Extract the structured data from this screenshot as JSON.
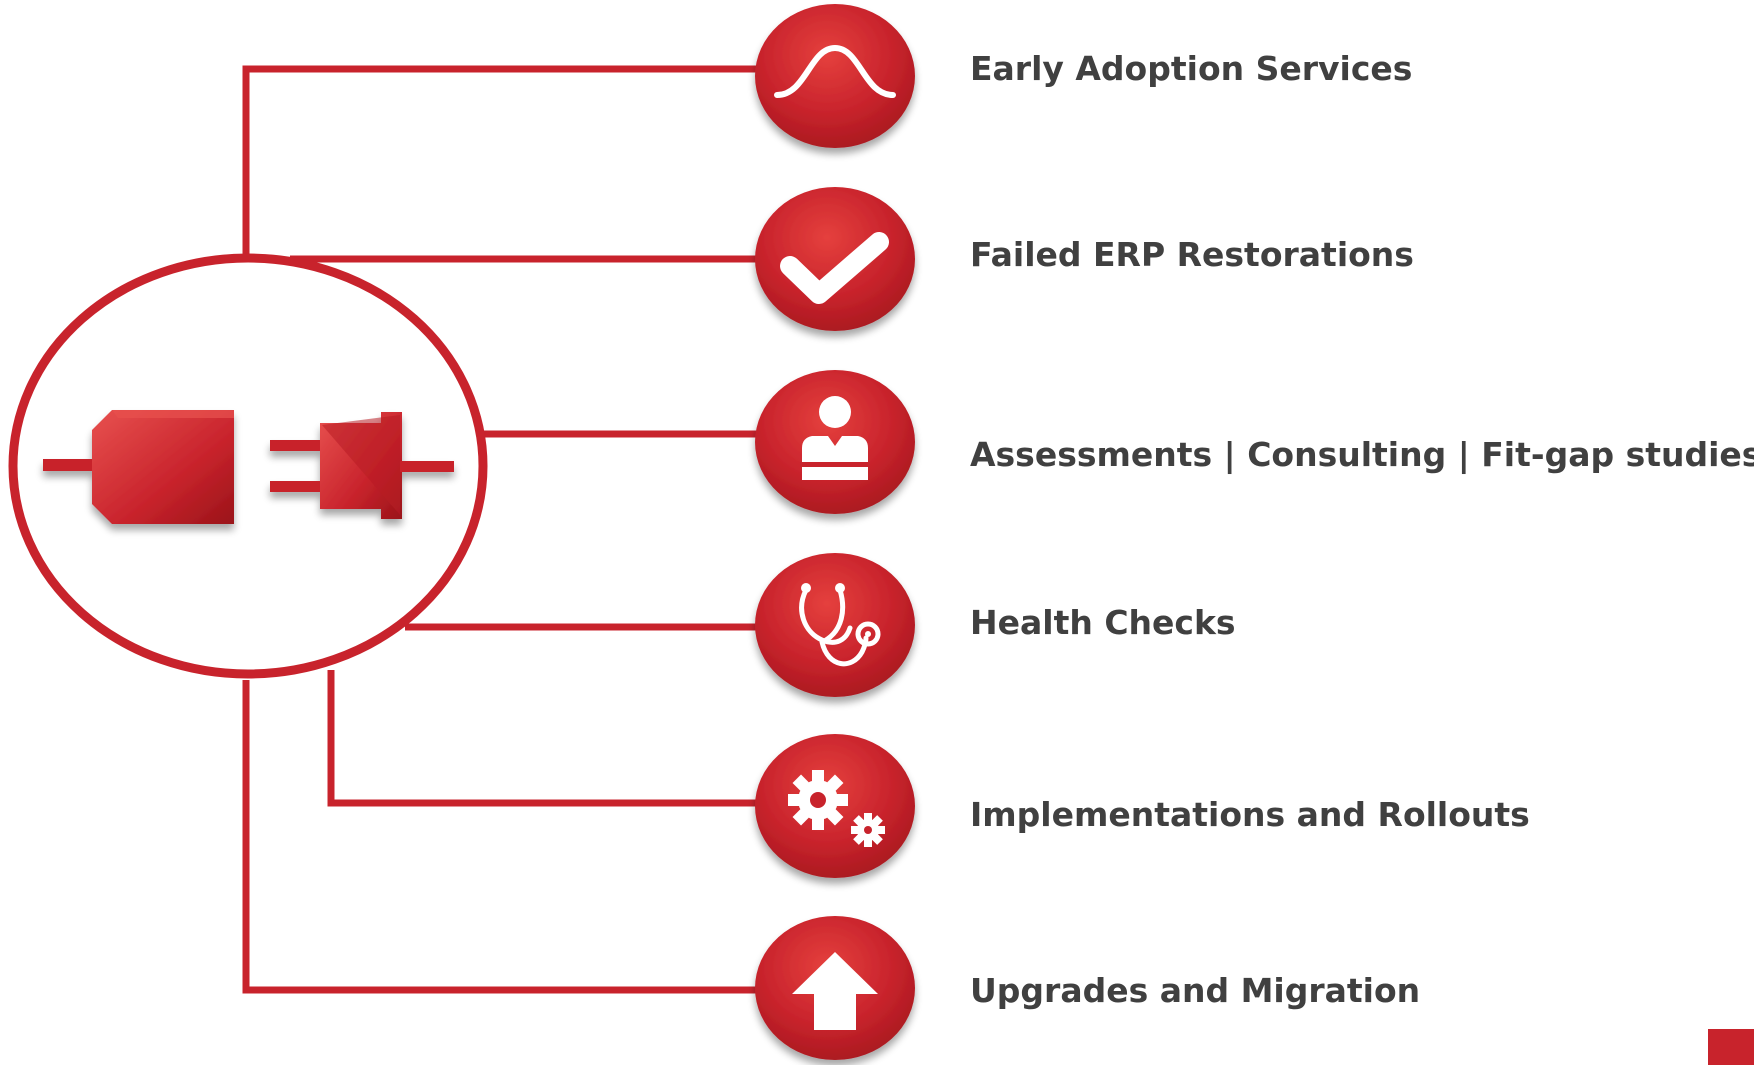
{
  "colors": {
    "accent": "#c8232c",
    "accent_dark": "#8f1519",
    "accent_light": "#e8514f",
    "text": "#404040",
    "background": "#ffffff"
  },
  "hub": {
    "icon": "plug-socket-icon"
  },
  "services": [
    {
      "label": "Early Adoption Services",
      "icon": "bell-curve-icon"
    },
    {
      "label": "Failed ERP Restorations",
      "icon": "checkmark-icon"
    },
    {
      "label": "Assessments | Consulting | Fit-gap studies",
      "icon": "consultant-person-icon"
    },
    {
      "label": "Health Checks",
      "icon": "stethoscope-icon"
    },
    {
      "label": "Implementations and Rollouts",
      "icon": "gears-icon"
    },
    {
      "label": "Upgrades and Migration",
      "icon": "up-arrow-icon"
    }
  ]
}
